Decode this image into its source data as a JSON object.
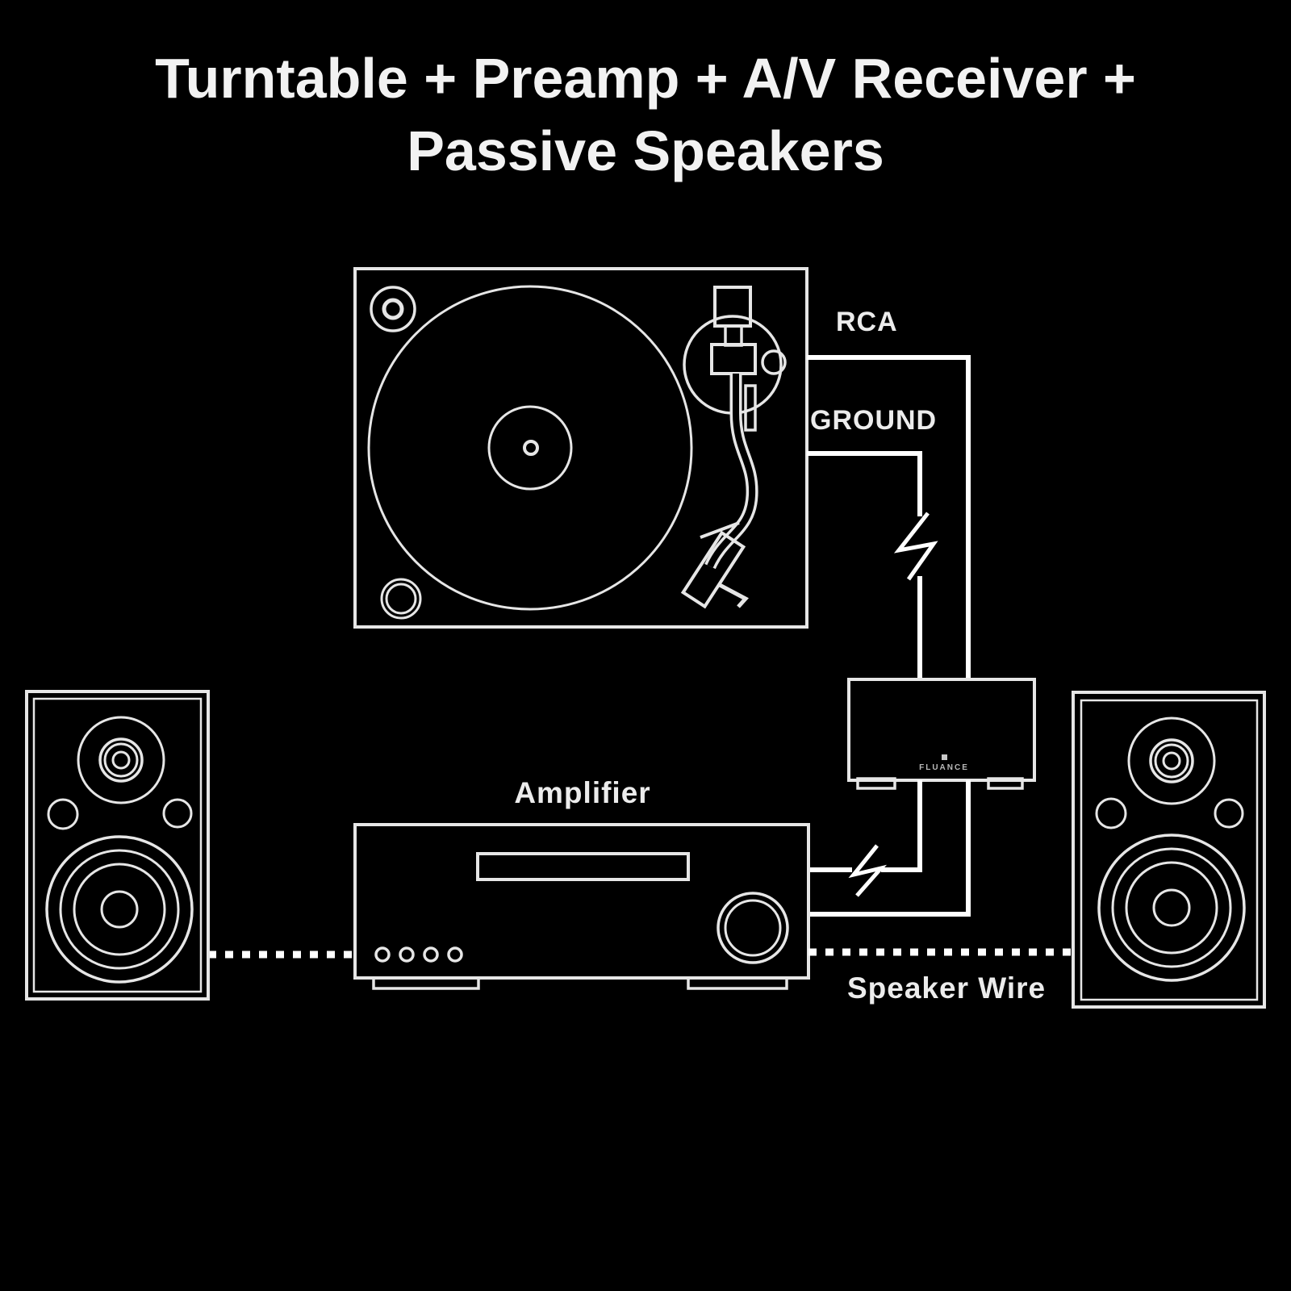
{
  "title": {
    "line1": "Turntable + Preamp + A/V Receiver +",
    "line2": "Passive Speakers"
  },
  "connections": {
    "rca_label": "RCA",
    "ground_label": "GROUND",
    "speaker_wire_label": "Speaker Wire"
  },
  "components": {
    "turntable": {
      "name": "Turntable"
    },
    "preamp": {
      "name": "Preamp",
      "brand": "FLUANCE"
    },
    "amplifier": {
      "label": "Amplifier"
    },
    "speaker_left": {
      "name": "Passive Speaker (left)"
    },
    "speaker_right": {
      "name": "Passive Speaker (right)"
    }
  },
  "colors": {
    "background": "#000000",
    "artwork_line": "#e6e6e6",
    "wire_line": "#ffffff",
    "text": "#f2f2f2"
  }
}
